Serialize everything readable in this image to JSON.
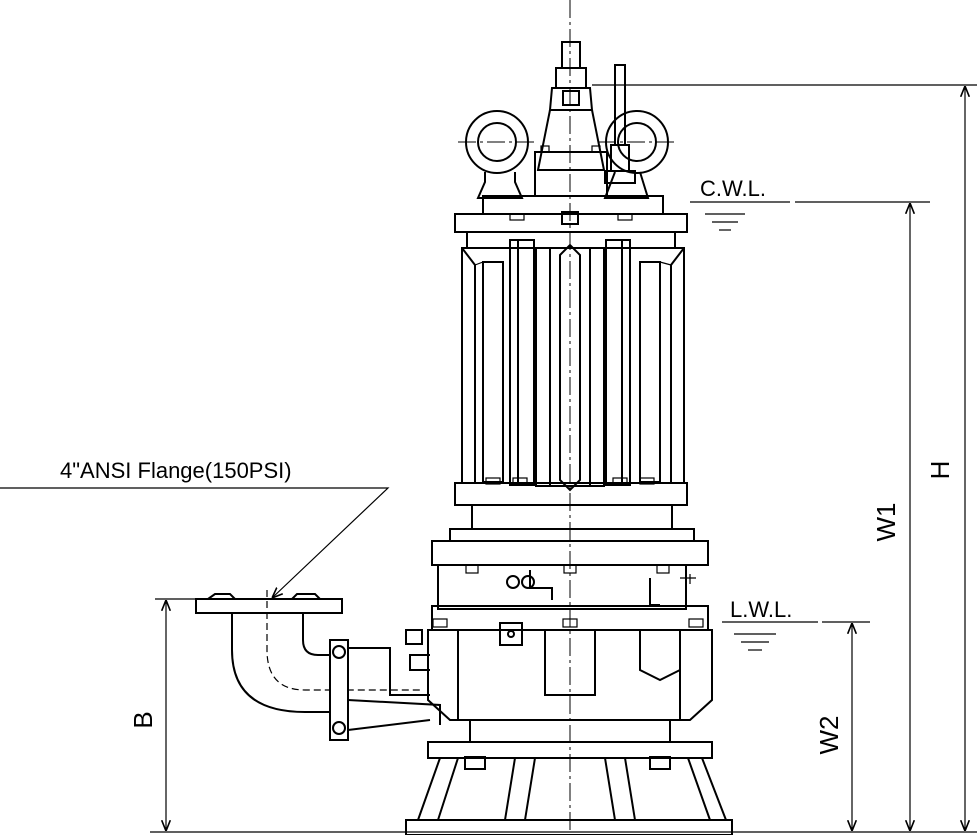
{
  "labels": {
    "flange": "4\"ANSI Flange(150PSI)",
    "cwl": "C.W.L.",
    "lwl": "L.W.L."
  },
  "dimensions": {
    "h": "H",
    "w1": "W1",
    "w2": "W2",
    "b": "B"
  },
  "colors": {
    "line": "#000000",
    "background": "#ffffff"
  }
}
